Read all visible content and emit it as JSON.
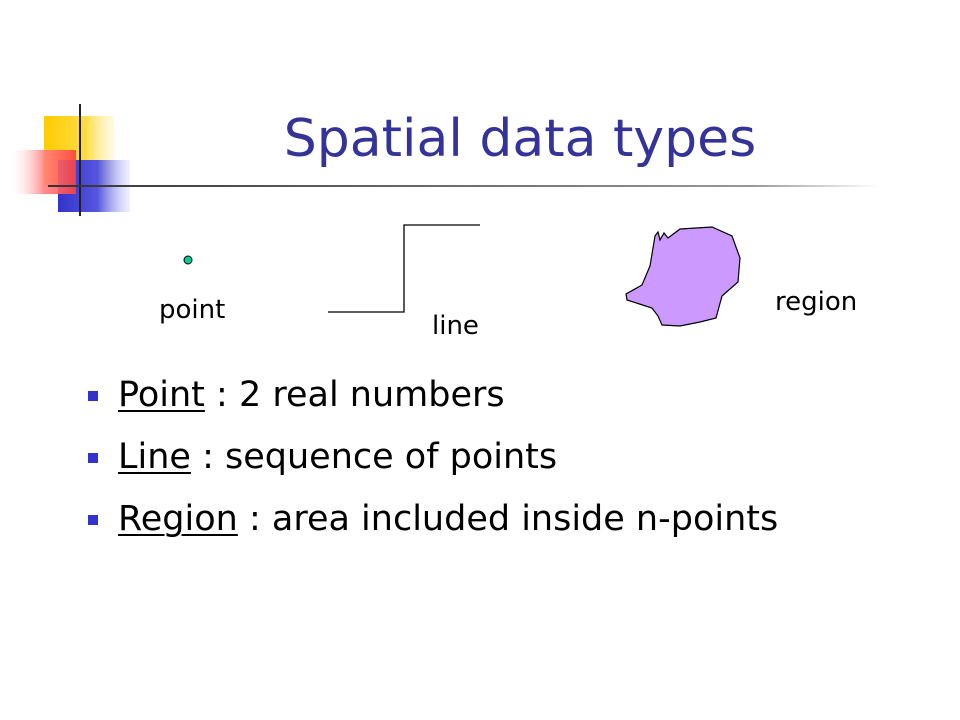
{
  "slide": {
    "title": "Spatial data types",
    "colors": {
      "title": "#333399",
      "bullet": "#3333cc",
      "deco_yellow": "#ffcc00",
      "deco_red": "#ff6666",
      "deco_blue": "#3333cc",
      "region_fill": "#cc99ff",
      "point_fill": "#00cc99"
    }
  },
  "figure": {
    "point_label": "point",
    "line_label": "line",
    "region_label": "region"
  },
  "bullets": [
    {
      "term": "Point",
      "text": " : 2 real numbers"
    },
    {
      "term": "Line",
      "text": " : sequence of points"
    },
    {
      "term": "Region",
      "text": " : area included inside n-points"
    }
  ]
}
